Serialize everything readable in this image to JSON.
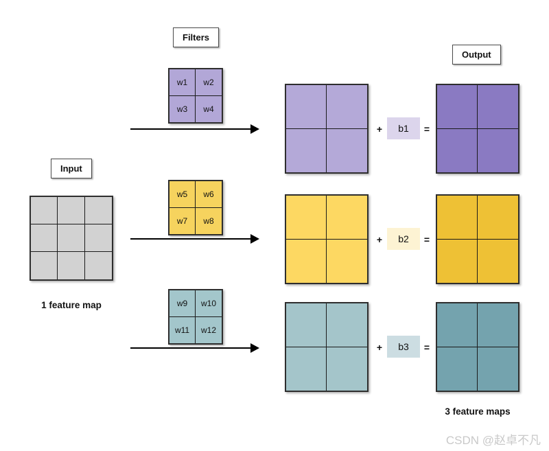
{
  "labels": {
    "filters": "Filters",
    "input": "Input",
    "output": "Output",
    "input_caption": "1 feature map",
    "output_caption": "3 feature maps"
  },
  "operators": {
    "plus": "+",
    "equals": "="
  },
  "watermark": "CSDN @赵卓不凡",
  "input": {
    "rows": 3,
    "cols": 3,
    "color": "#d2d2d2"
  },
  "rows": [
    {
      "filter_cells": [
        "w1",
        "w2",
        "w3",
        "w4"
      ],
      "bias": "b1",
      "colors": {
        "filter": "#b2a7d7",
        "mid": "#b4a9d8",
        "out": "#8a7ac2",
        "bias_bg": "#dcd5ec"
      }
    },
    {
      "filter_cells": [
        "w5",
        "w6",
        "w7",
        "w8"
      ],
      "bias": "b2",
      "colors": {
        "filter": "#f6d35e",
        "mid": "#fdd862",
        "out": "#eec135",
        "bias_bg": "#fdf3d3"
      }
    },
    {
      "filter_cells": [
        "w9",
        "w10",
        "w11",
        "w12"
      ],
      "bias": "b3",
      "colors": {
        "filter": "#a3c6cb",
        "mid": "#a4c5ca",
        "out": "#74a3ae",
        "bias_bg": "#ccdde2"
      }
    }
  ]
}
